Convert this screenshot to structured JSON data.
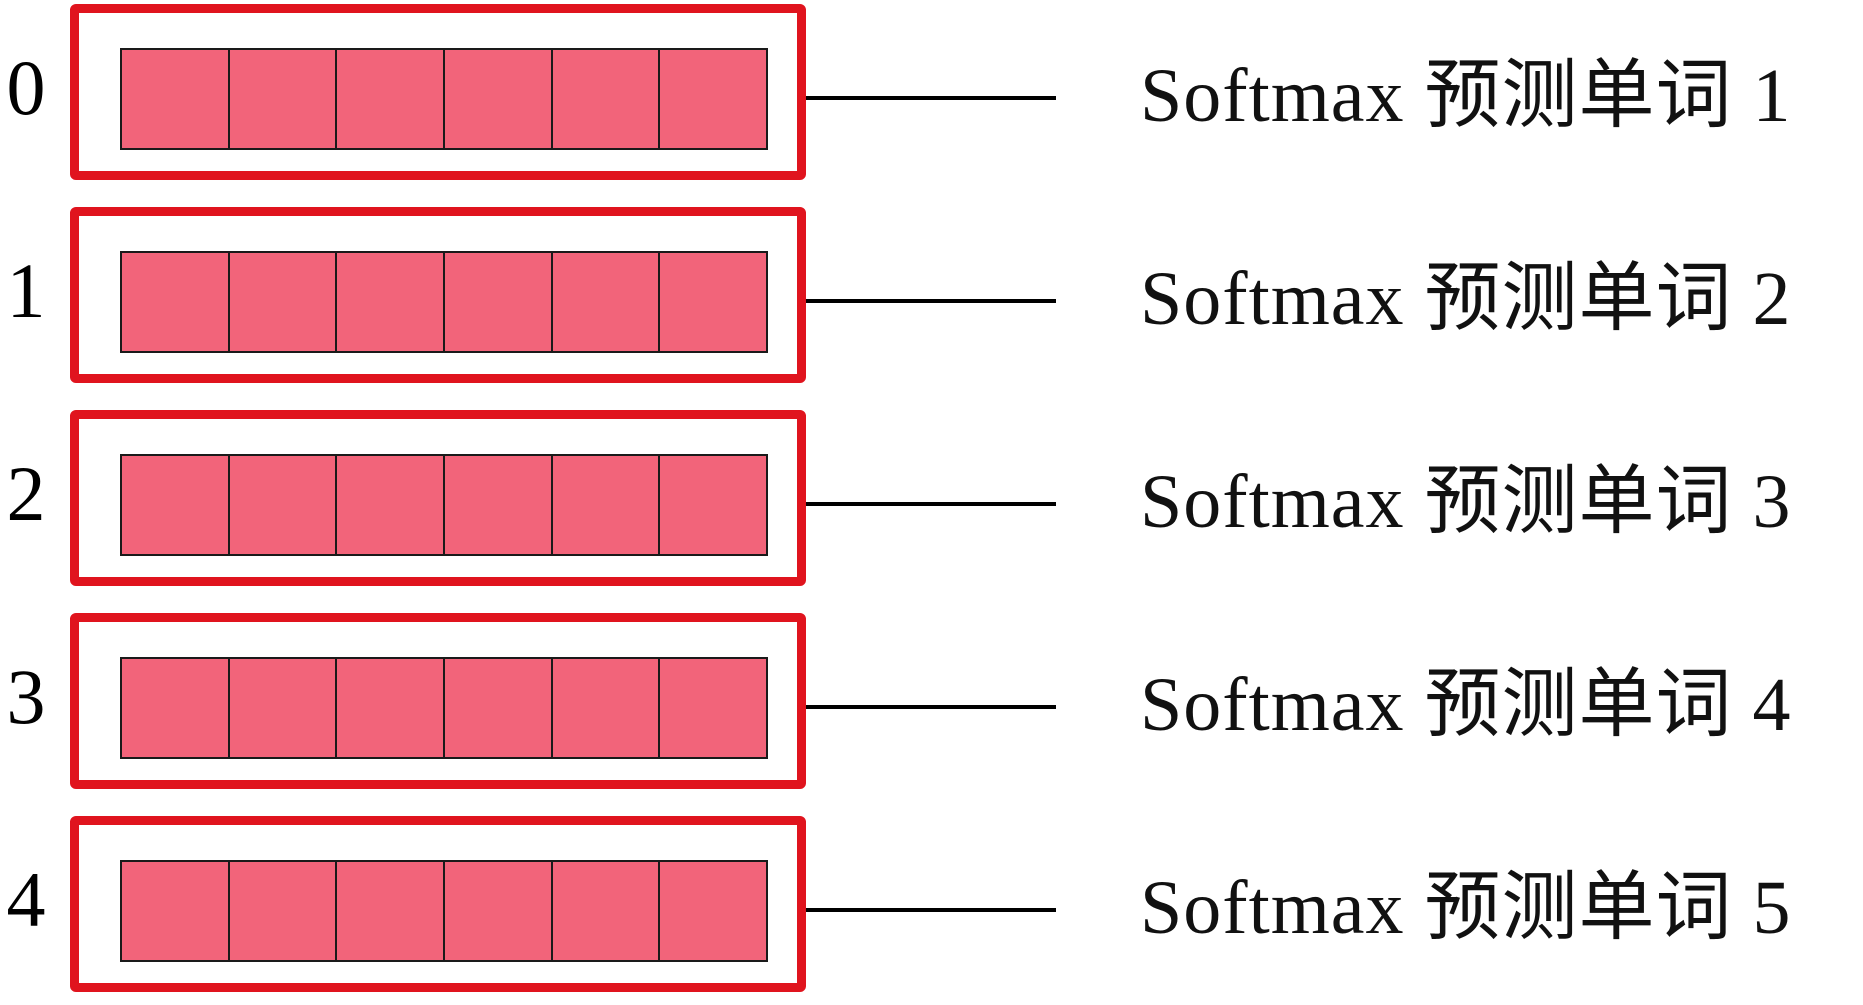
{
  "rows": [
    {
      "index": "0",
      "label": "Softmax 预测单词 1"
    },
    {
      "index": "1",
      "label": "Softmax 预测单词 2"
    },
    {
      "index": "2",
      "label": "Softmax 预测单词 3"
    },
    {
      "index": "3",
      "label": "Softmax 预测单词 4"
    },
    {
      "index": "4",
      "label": "Softmax 预测单词 5"
    }
  ],
  "cells_per_vector": 6,
  "colors": {
    "frame": "#e0141e",
    "cell_fill": "#f2647a",
    "cell_border": "#1a1a1a",
    "connector": "#000000",
    "text": "#111111"
  }
}
